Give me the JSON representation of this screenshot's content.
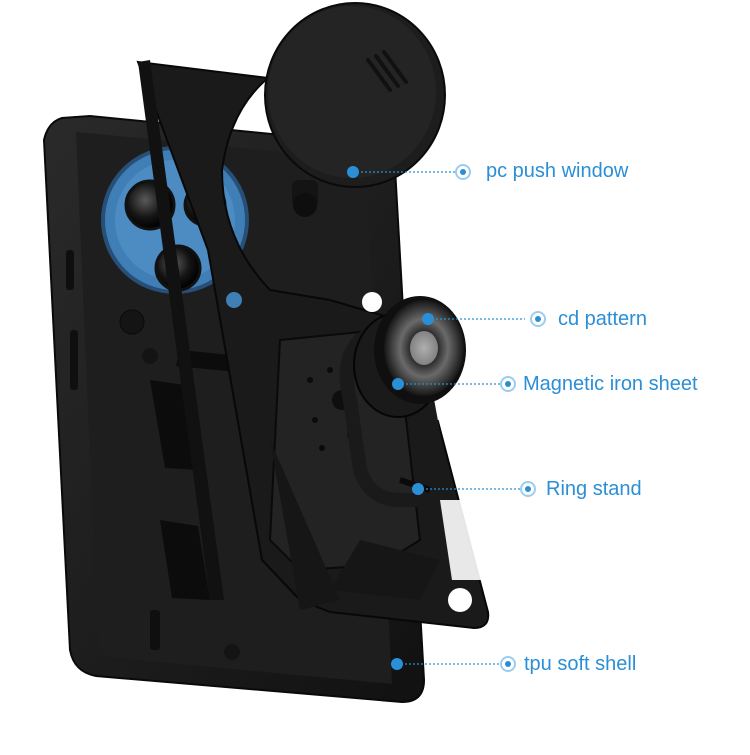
{
  "product": {
    "image_subject": "phone-case-exploded-view"
  },
  "callouts": [
    {
      "id": "pc-push-window",
      "label": "pc push window"
    },
    {
      "id": "cd-pattern",
      "label": "cd pattern"
    },
    {
      "id": "magnetic-iron-sheet",
      "label": "Magnetic iron sheet"
    },
    {
      "id": "ring-stand",
      "label": "Ring stand"
    },
    {
      "id": "tpu-soft-shell",
      "label": "tpu soft shell"
    }
  ],
  "colors": {
    "label": "#2a8fd6",
    "leader_line": "#2a8fd6",
    "case_black": "#1b1b1b",
    "camera_blue": "#3f7fb6"
  }
}
